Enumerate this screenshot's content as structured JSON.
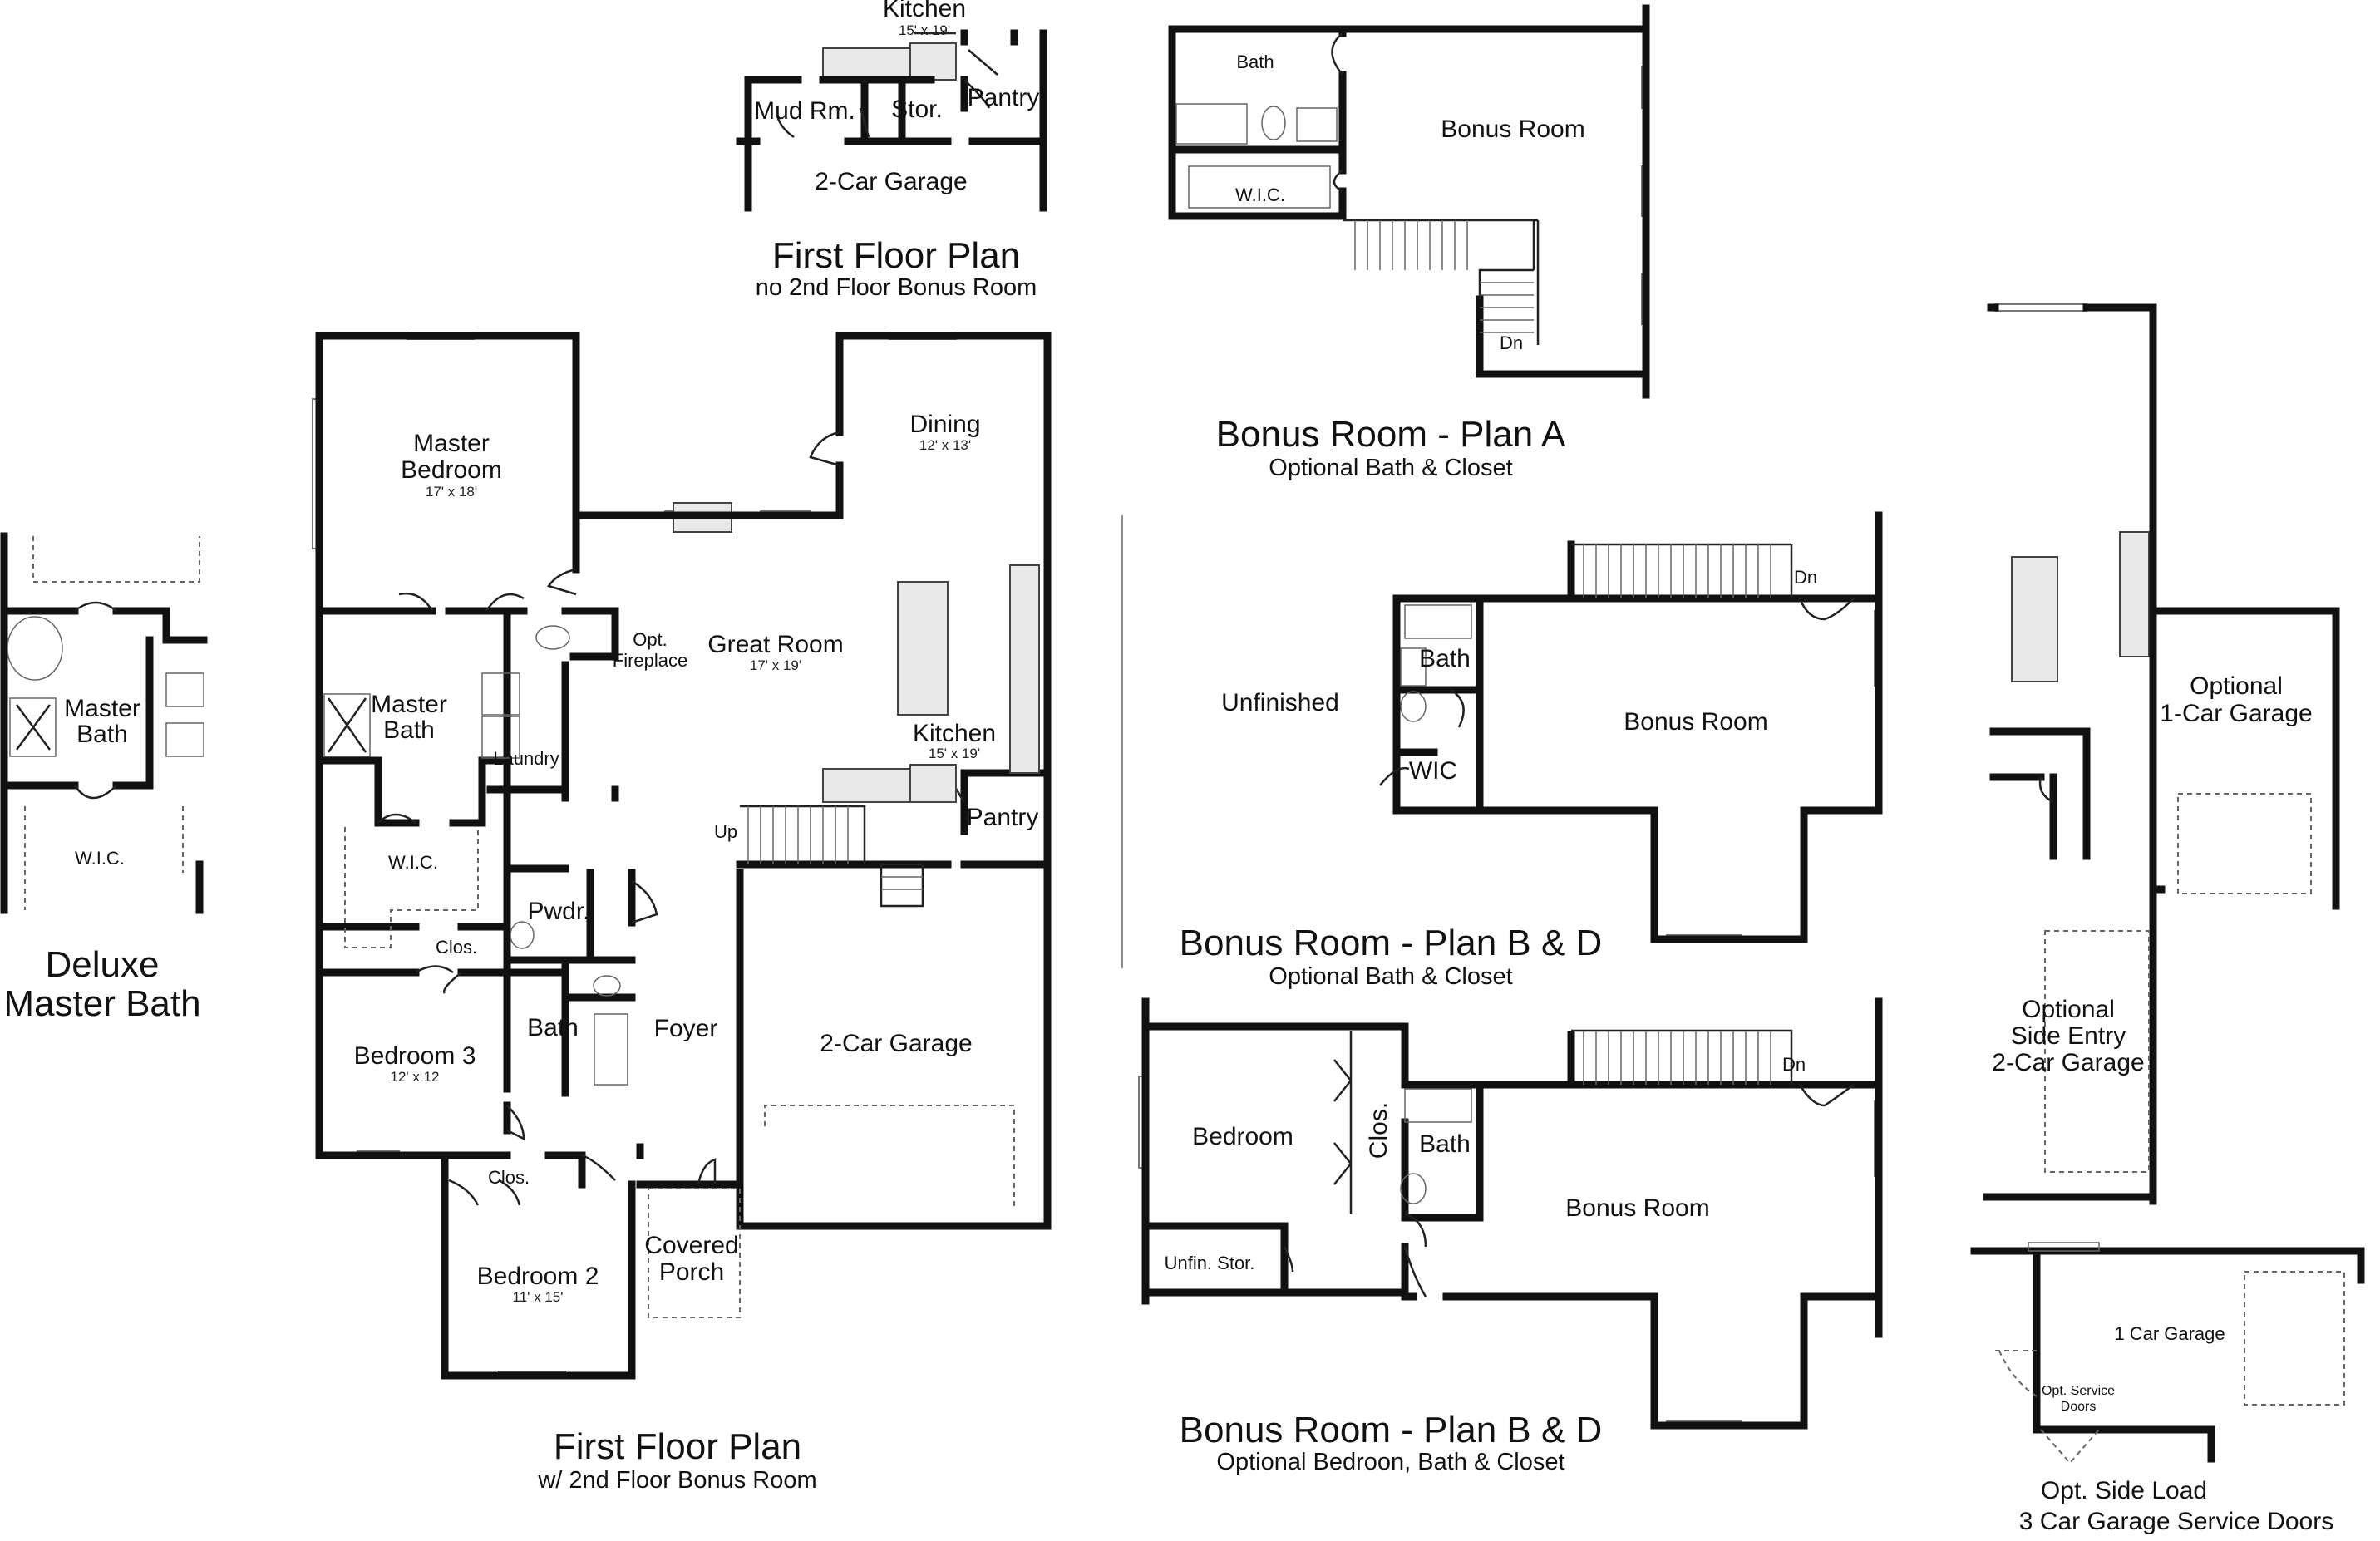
{
  "plans": {
    "first_floor_no_bonus": {
      "title": "First Floor Plan",
      "subtitle": "no 2nd Floor Bonus Room",
      "rooms": {
        "kitchen": "Kitchen",
        "kitchen_dim": "15' x 19'",
        "mud_room": "Mud Rm.",
        "storage": "Stor.",
        "pantry": "Pantry",
        "garage": "2-Car Garage"
      }
    },
    "first_floor_bonus": {
      "title": "First Floor Plan",
      "subtitle": "w/ 2nd Floor Bonus Room",
      "rooms": {
        "master_bedroom": "Master",
        "master_bedroom_2": "Bedroom",
        "master_bedroom_dim": "17' x 18'",
        "dining": "Dining",
        "dining_dim": "12' x 13'",
        "great_room": "Great Room",
        "great_room_dim": "17' x 19'",
        "fireplace": "Opt.",
        "fireplace_2": "Fireplace",
        "kitchen": "Kitchen",
        "kitchen_dim": "15' x 19'",
        "master_bath": "Master",
        "master_bath_2": "Bath",
        "laundry": "Laundry",
        "wic": "W.I.C.",
        "closet": "Clos.",
        "powder": "Pwdr.",
        "pantry": "Pantry",
        "up": "Up",
        "bedroom3": "Bedroom 3",
        "bedroom3_dim": "12' x 12",
        "bath": "Bath",
        "foyer": "Foyer",
        "garage": "2-Car Garage",
        "closet2": "Clos.",
        "bedroom2": "Bedroom 2",
        "bedroom2_dim": "11' x 15'",
        "porch": "Covered",
        "porch_2": "Porch"
      }
    },
    "deluxe_master_bath": {
      "title": "Deluxe",
      "title_2": "Master Bath",
      "rooms": {
        "master_bath": "Master",
        "master_bath_2": "Bath",
        "wic": "W.I.C."
      }
    },
    "bonus_a": {
      "title": "Bonus Room - Plan A",
      "subtitle": "Optional Bath & Closet",
      "rooms": {
        "bath": "Bath",
        "bonus": "Bonus Room",
        "wic": "W.I.C.",
        "down": "Dn"
      }
    },
    "bonus_bd_1": {
      "title": "Bonus Room - Plan B & D",
      "subtitle": "Optional Bath & Closet",
      "rooms": {
        "unfinished": "Unfinished",
        "bath": "Bath",
        "bonus": "Bonus Room",
        "wic": "WIC",
        "down": "Dn"
      }
    },
    "bonus_bd_2": {
      "title": "Bonus Room - Plan B & D",
      "subtitle": "Optional Bedroon, Bath & Closet",
      "rooms": {
        "bedroom": "Bedroom",
        "closet": "Clos.",
        "bath": "Bath",
        "bonus": "Bonus Room",
        "unfin_storage": "Unfin. Stor.",
        "down": "Dn"
      }
    },
    "garage_options": {
      "one_car": "Optional",
      "one_car_2": "1-Car Garage",
      "side_entry": "Optional",
      "side_entry_2": "Side Entry",
      "side_entry_3": "2-Car Garage"
    },
    "side_load": {
      "title": "Opt. Side Load",
      "title_2": "3 Car Garage Service Doors",
      "rooms": {
        "garage": "1 Car Garage",
        "service": "Opt. Service",
        "service_2": "Doors"
      }
    }
  }
}
